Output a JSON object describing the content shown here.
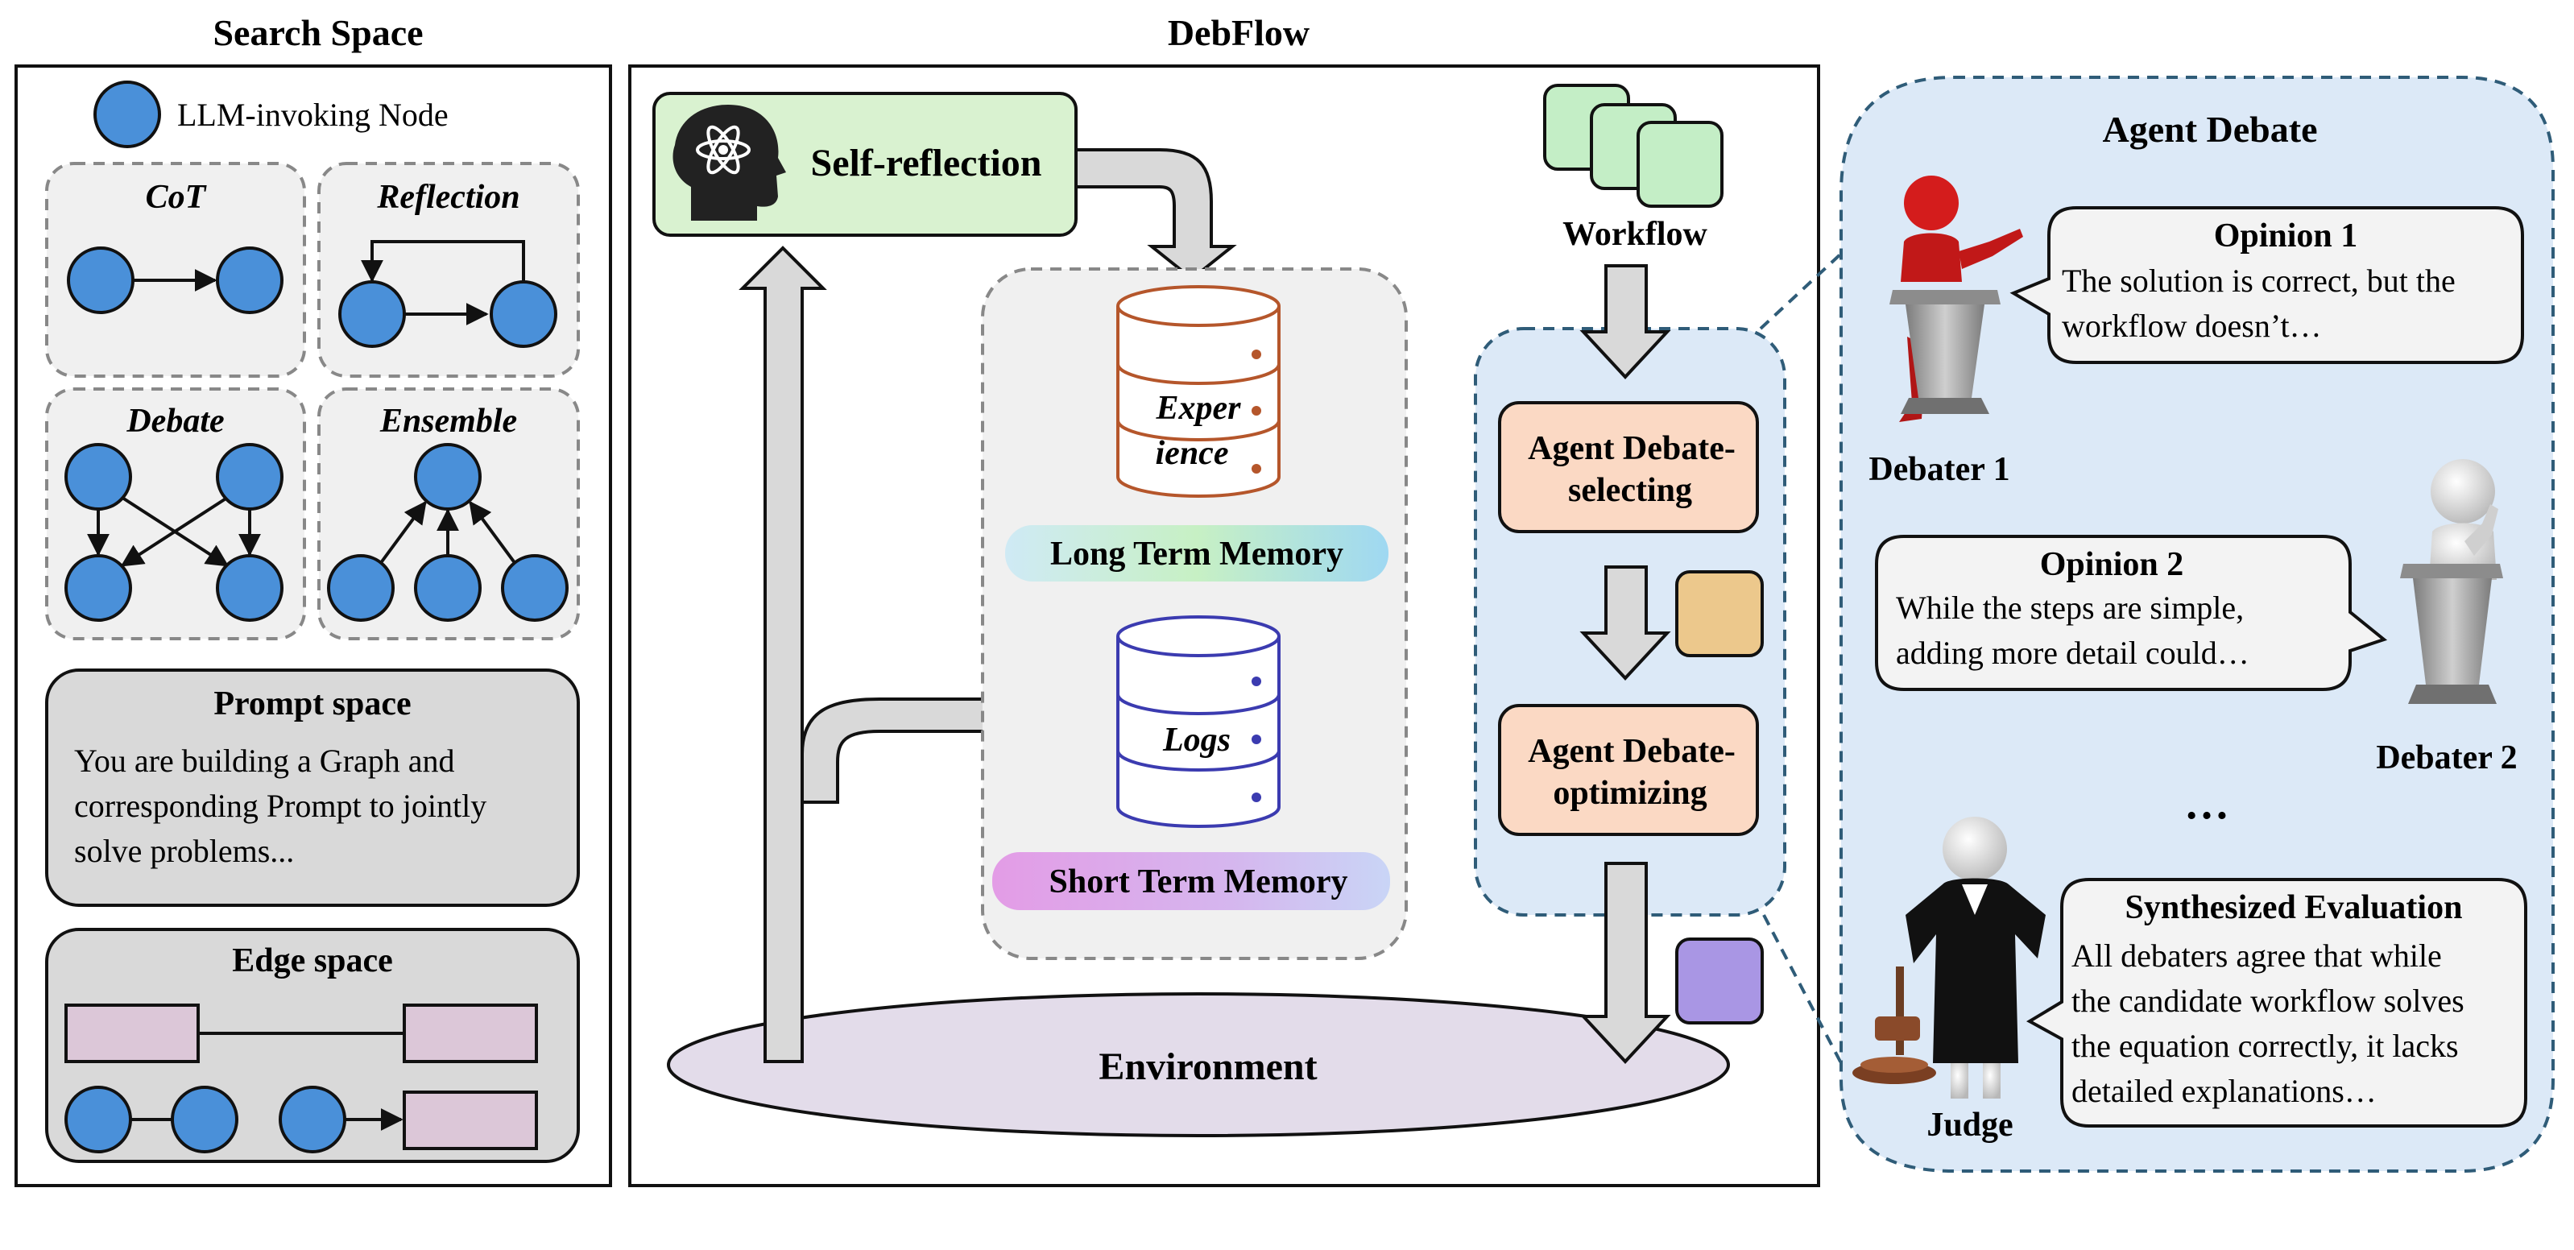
{
  "search_space": {
    "title": "Search Space",
    "legend_label": "LLM-invoking Node",
    "patterns": [
      {
        "label": "CoT"
      },
      {
        "label": "Reflection"
      },
      {
        "label": "Debate"
      },
      {
        "label": "Ensemble"
      }
    ],
    "prompt_space": {
      "title": "Prompt space",
      "lines": [
        "You are building a Graph and",
        "corresponding Prompt to jointly",
        "solve problems..."
      ]
    },
    "edge_space": {
      "title": "Edge space"
    }
  },
  "debflow": {
    "title": "DebFlow",
    "self_reflection": "Self-reflection",
    "experience_lines": [
      "Exper",
      "ience"
    ],
    "long_term_memory": "Long Term Memory",
    "logs": "Logs",
    "short_term_memory": "Short Term Memory",
    "workflow": "Workflow",
    "selecting_lines": [
      "Agent Debate-",
      "selecting"
    ],
    "optimizing_lines": [
      "Agent Debate-",
      "optimizing"
    ],
    "environment": "Environment"
  },
  "agent_debate": {
    "title": "Agent Debate",
    "opinion1": {
      "title": "Opinion 1",
      "lines": [
        "The solution is correct, but the",
        "workflow doesn’t…"
      ]
    },
    "debater1": "Debater 1",
    "opinion2": {
      "title": "Opinion 2",
      "lines": [
        "While the steps are simple,",
        "adding more detail could…"
      ]
    },
    "debater2": "Debater 2",
    "ellipsis": "…",
    "synthesized": {
      "title": "Synthesized Evaluation",
      "lines": [
        "All debaters agree that while",
        "the candidate workflow solves",
        "the equation correctly, it lacks",
        "detailed explanations…"
      ]
    },
    "judge": "Judge"
  },
  "colors": {
    "node_blue": "#4a90d9",
    "self_reflection_green": "#d9f2d0",
    "debate_box_orange": "#fbd9c4",
    "agent_debate_panel": "#dce9f7",
    "environment_purple": "#e3dcea"
  }
}
